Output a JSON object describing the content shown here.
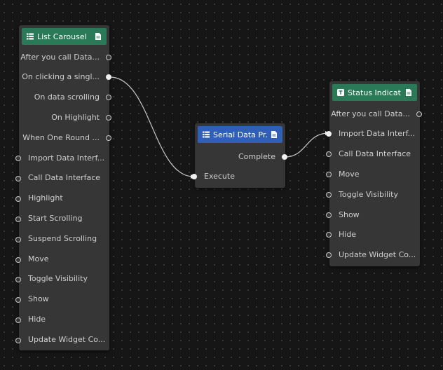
{
  "nodes": {
    "list_carousel": {
      "title": "List Carousel",
      "outputs": [
        "After you call Data...",
        "On clicking a singl...",
        "On data scrolling",
        "On Highlight",
        "When One Round ..."
      ],
      "inputs": [
        "Import Data Interf...",
        "Call Data Interface",
        "Highlight",
        "Start Scrolling",
        "Suspend Scrolling",
        "Move",
        "Toggle Visibility",
        "Show",
        "Hide",
        "Update Widget Co..."
      ]
    },
    "serial_data": {
      "title": "Serial Data Pr...",
      "outputs": [
        "Complete"
      ],
      "inputs": [
        "Execute"
      ]
    },
    "status_indicator": {
      "title": "Status Indicat...",
      "outputs": [
        "After you call Data..."
      ],
      "inputs": [
        "Import Data Interf...",
        "Call Data Interface",
        "Move",
        "Toggle Visibility",
        "Show",
        "Hide",
        "Update Widget Co..."
      ]
    }
  },
  "colors": {
    "canvas": "#161616",
    "node_body": "#363636",
    "component_header": "#2a7a58",
    "action_header": "#2f5fb8",
    "wire": "#c8c8c8"
  },
  "icons": {
    "component": "table-list-icon",
    "action": "list-icon",
    "document": "document-icon",
    "text_widget": "text-box-icon"
  }
}
